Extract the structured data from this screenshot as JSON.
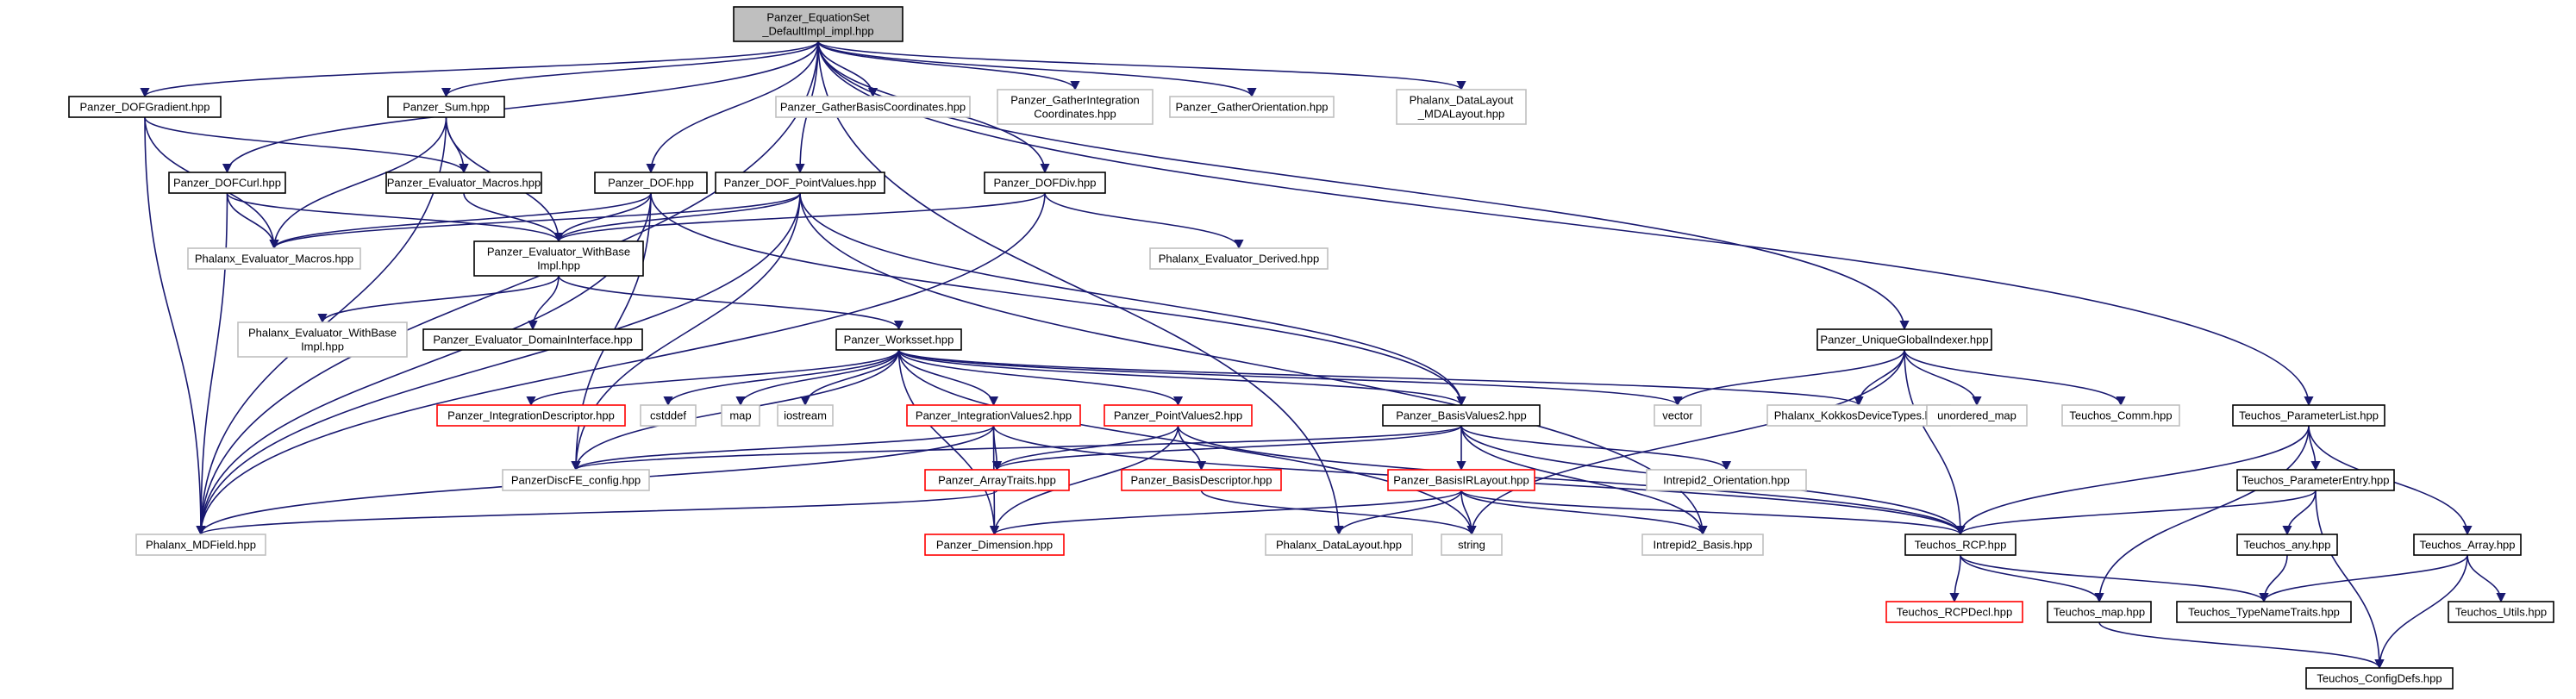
{
  "colors": {
    "edge": "#191970",
    "border_normal": "#000000",
    "border_missing": "#bfbfbf",
    "border_truncated": "#ff0000",
    "fill_root": "#bfbfbf",
    "fill_default": "#ffffff"
  },
  "nodes": [
    {
      "id": "root",
      "lines": [
        "Panzer_EquationSet",
        "_DefaultImpl_impl.hpp"
      ],
      "style": "root"
    },
    {
      "id": "dofgrad",
      "lines": [
        "Panzer_DOFGradient.hpp"
      ],
      "style": "normal"
    },
    {
      "id": "sum",
      "lines": [
        "Panzer_Sum.hpp"
      ],
      "style": "normal"
    },
    {
      "id": "gbc",
      "lines": [
        "Panzer_GatherBasisCoordinates.hpp"
      ],
      "style": "missing"
    },
    {
      "id": "gic",
      "lines": [
        "Panzer_GatherIntegration",
        "Coordinates.hpp"
      ],
      "style": "missing"
    },
    {
      "id": "gori",
      "lines": [
        "Panzer_GatherOrientation.hpp"
      ],
      "style": "missing"
    },
    {
      "id": "pdl",
      "lines": [
        "Phalanx_DataLayout",
        "_MDALayout.hpp"
      ],
      "style": "missing"
    },
    {
      "id": "dofcurl",
      "lines": [
        "Panzer_DOFCurl.hpp"
      ],
      "style": "normal"
    },
    {
      "id": "evalmac",
      "lines": [
        "Panzer_Evaluator_Macros.hpp"
      ],
      "style": "normal"
    },
    {
      "id": "dof",
      "lines": [
        "Panzer_DOF.hpp"
      ],
      "style": "normal"
    },
    {
      "id": "dofpv",
      "lines": [
        "Panzer_DOF_PointValues.hpp"
      ],
      "style": "normal"
    },
    {
      "id": "dofdiv",
      "lines": [
        "Panzer_DOFDiv.hpp"
      ],
      "style": "normal"
    },
    {
      "id": "phevmac",
      "lines": [
        "Phalanx_Evaluator_Macros.hpp"
      ],
      "style": "missing"
    },
    {
      "id": "evwb",
      "lines": [
        "Panzer_Evaluator_WithBase",
        "Impl.hpp"
      ],
      "style": "normal"
    },
    {
      "id": "phevder",
      "lines": [
        "Phalanx_Evaluator_Derived.hpp"
      ],
      "style": "missing"
    },
    {
      "id": "phevwb",
      "lines": [
        "Phalanx_Evaluator_WithBase",
        "Impl.hpp"
      ],
      "style": "missing"
    },
    {
      "id": "evdi",
      "lines": [
        "Panzer_Evaluator_DomainInterface.hpp"
      ],
      "style": "normal"
    },
    {
      "id": "workset",
      "lines": [
        "Panzer_Worksset.hpp"
      ],
      "style": "normal"
    },
    {
      "id": "ugi",
      "lines": [
        "Panzer_UniqueGlobalIndexer.hpp"
      ],
      "style": "normal"
    },
    {
      "id": "tpl",
      "lines": [
        "Teuchos_ParameterList.hpp"
      ],
      "style": "normal"
    },
    {
      "id": "intdesc",
      "lines": [
        "Panzer_IntegrationDescriptor.hpp"
      ],
      "style": "truncated"
    },
    {
      "id": "cstddef",
      "lines": [
        "cstddef"
      ],
      "style": "missing"
    },
    {
      "id": "map",
      "lines": [
        "map"
      ],
      "style": "missing"
    },
    {
      "id": "iostream",
      "lines": [
        "iostream"
      ],
      "style": "missing"
    },
    {
      "id": "iv2",
      "lines": [
        "Panzer_IntegrationValues2.hpp"
      ],
      "style": "truncated"
    },
    {
      "id": "pv2",
      "lines": [
        "Panzer_PointValues2.hpp"
      ],
      "style": "truncated"
    },
    {
      "id": "bv2",
      "lines": [
        "Panzer_BasisValues2.hpp"
      ],
      "style": "normal"
    },
    {
      "id": "vector",
      "lines": [
        "vector"
      ],
      "style": "missing"
    },
    {
      "id": "pkdt",
      "lines": [
        "Phalanx_KokkosDeviceTypes.hpp"
      ],
      "style": "missing"
    },
    {
      "id": "umap",
      "lines": [
        "unordered_map"
      ],
      "style": "missing"
    },
    {
      "id": "tcomm",
      "lines": [
        "Teuchos_Comm.hpp"
      ],
      "style": "missing"
    },
    {
      "id": "pdfc",
      "lines": [
        "PanzerDiscFE_config.hpp"
      ],
      "style": "missing"
    },
    {
      "id": "at",
      "lines": [
        "Panzer_ArrayTraits.hpp"
      ],
      "style": "truncated"
    },
    {
      "id": "bdesc",
      "lines": [
        "Panzer_BasisDescriptor.hpp"
      ],
      "style": "truncated"
    },
    {
      "id": "birl",
      "lines": [
        "Panzer_BasisIRLayout.hpp"
      ],
      "style": "truncated"
    },
    {
      "id": "i2o",
      "lines": [
        "Intrepid2_Orientation.hpp"
      ],
      "style": "missing"
    },
    {
      "id": "tpe",
      "lines": [
        "Teuchos_ParameterEntry.hpp"
      ],
      "style": "normal"
    },
    {
      "id": "pmdf",
      "lines": [
        "Phalanx_MDField.hpp"
      ],
      "style": "missing"
    },
    {
      "id": "dim",
      "lines": [
        "Panzer_Dimension.hpp"
      ],
      "style": "truncated"
    },
    {
      "id": "phdl",
      "lines": [
        "Phalanx_DataLayout.hpp"
      ],
      "style": "missing"
    },
    {
      "id": "string",
      "lines": [
        "string"
      ],
      "style": "missing"
    },
    {
      "id": "i2b",
      "lines": [
        "Intrepid2_Basis.hpp"
      ],
      "style": "missing"
    },
    {
      "id": "trcp",
      "lines": [
        "Teuchos_RCP.hpp"
      ],
      "style": "normal"
    },
    {
      "id": "tany",
      "lines": [
        "Teuchos_any.hpp"
      ],
      "style": "normal"
    },
    {
      "id": "tarr",
      "lines": [
        "Teuchos_Array.hpp"
      ],
      "style": "normal"
    },
    {
      "id": "trcpd",
      "lines": [
        "Teuchos_RCPDecl.hpp"
      ],
      "style": "truncated"
    },
    {
      "id": "tmap",
      "lines": [
        "Teuchos_map.hpp"
      ],
      "style": "normal"
    },
    {
      "id": "ttnt",
      "lines": [
        "Teuchos_TypeNameTraits.hpp"
      ],
      "style": "normal"
    },
    {
      "id": "tutils",
      "lines": [
        "Teuchos_Utils.hpp"
      ],
      "style": "normal"
    },
    {
      "id": "tcd",
      "lines": [
        "Teuchos_ConfigDefs.hpp"
      ],
      "style": "normal"
    }
  ],
  "edges": [
    [
      "root",
      "dofgrad"
    ],
    [
      "root",
      "sum"
    ],
    [
      "root",
      "gbc"
    ],
    [
      "root",
      "gic"
    ],
    [
      "root",
      "gori"
    ],
    [
      "root",
      "pdl"
    ],
    [
      "root",
      "dofcurl"
    ],
    [
      "root",
      "dof"
    ],
    [
      "root",
      "dofpv"
    ],
    [
      "root",
      "dofdiv"
    ],
    [
      "root",
      "pmdf"
    ],
    [
      "root",
      "phdl"
    ],
    [
      "root",
      "ugi"
    ],
    [
      "root",
      "tpl"
    ],
    [
      "dofgrad",
      "evalmac"
    ],
    [
      "dofgrad",
      "phevmac"
    ],
    [
      "dofgrad",
      "pmdf"
    ],
    [
      "sum",
      "evalmac"
    ],
    [
      "sum",
      "phevmac"
    ],
    [
      "sum",
      "evwb"
    ],
    [
      "sum",
      "pmdf"
    ],
    [
      "dofcurl",
      "phevmac"
    ],
    [
      "dofcurl",
      "evwb"
    ],
    [
      "dofcurl",
      "pmdf"
    ],
    [
      "evalmac",
      "evwb"
    ],
    [
      "dof",
      "phevmac"
    ],
    [
      "dof",
      "evwb"
    ],
    [
      "dof",
      "pmdf"
    ],
    [
      "dof",
      "pdfc"
    ],
    [
      "dof",
      "bv2"
    ],
    [
      "dofpv",
      "phevmac"
    ],
    [
      "dofpv",
      "evwb"
    ],
    [
      "dofpv",
      "pdfc"
    ],
    [
      "dofpv",
      "bv2"
    ],
    [
      "dofpv",
      "i2b"
    ],
    [
      "dofpv",
      "pmdf"
    ],
    [
      "dofdiv",
      "evwb"
    ],
    [
      "dofdiv",
      "phevder"
    ],
    [
      "dofdiv",
      "pmdf"
    ],
    [
      "evwb",
      "phevwb"
    ],
    [
      "evwb",
      "evdi"
    ],
    [
      "evwb",
      "workset"
    ],
    [
      "workset",
      "intdesc"
    ],
    [
      "workset",
      "cstddef"
    ],
    [
      "workset",
      "map"
    ],
    [
      "workset",
      "iostream"
    ],
    [
      "workset",
      "iv2"
    ],
    [
      "workset",
      "pv2"
    ],
    [
      "workset",
      "bv2"
    ],
    [
      "workset",
      "vector"
    ],
    [
      "workset",
      "pkdt"
    ],
    [
      "workset",
      "pdfc"
    ],
    [
      "workset",
      "dim"
    ],
    [
      "workset",
      "string"
    ],
    [
      "ugi",
      "vector"
    ],
    [
      "ugi",
      "pkdt"
    ],
    [
      "ugi",
      "umap"
    ],
    [
      "ugi",
      "tcomm"
    ],
    [
      "ugi",
      "trcp"
    ],
    [
      "ugi",
      "string"
    ],
    [
      "iv2",
      "pdfc"
    ],
    [
      "iv2",
      "at"
    ],
    [
      "iv2",
      "dim"
    ],
    [
      "iv2",
      "pmdf"
    ],
    [
      "iv2",
      "trcp"
    ],
    [
      "pv2",
      "at"
    ],
    [
      "pv2",
      "dim"
    ],
    [
      "pv2",
      "bdesc"
    ],
    [
      "pv2",
      "trcp"
    ],
    [
      "bv2",
      "at"
    ],
    [
      "bv2",
      "birl"
    ],
    [
      "bv2",
      "i2o"
    ],
    [
      "bv2",
      "i2b"
    ],
    [
      "bv2",
      "trcp"
    ],
    [
      "bv2",
      "pdfc"
    ],
    [
      "at",
      "pmdf"
    ],
    [
      "bdesc",
      "string"
    ],
    [
      "birl",
      "dim"
    ],
    [
      "birl",
      "phdl"
    ],
    [
      "birl",
      "string"
    ],
    [
      "birl",
      "i2b"
    ],
    [
      "birl",
      "trcp"
    ],
    [
      "tpl",
      "tpe"
    ],
    [
      "tpl",
      "trcp"
    ],
    [
      "tpl",
      "tarr"
    ],
    [
      "tpl",
      "tmap"
    ],
    [
      "tpe",
      "tany"
    ],
    [
      "tpe",
      "trcp"
    ],
    [
      "tpe",
      "tcd"
    ],
    [
      "tany",
      "ttnt"
    ],
    [
      "tarr",
      "ttnt"
    ],
    [
      "tarr",
      "tutils"
    ],
    [
      "tarr",
      "tcd"
    ],
    [
      "trcp",
      "trcpd"
    ],
    [
      "trcp",
      "tmap"
    ],
    [
      "trcp",
      "ttnt"
    ],
    [
      "tmap",
      "tcd"
    ]
  ]
}
